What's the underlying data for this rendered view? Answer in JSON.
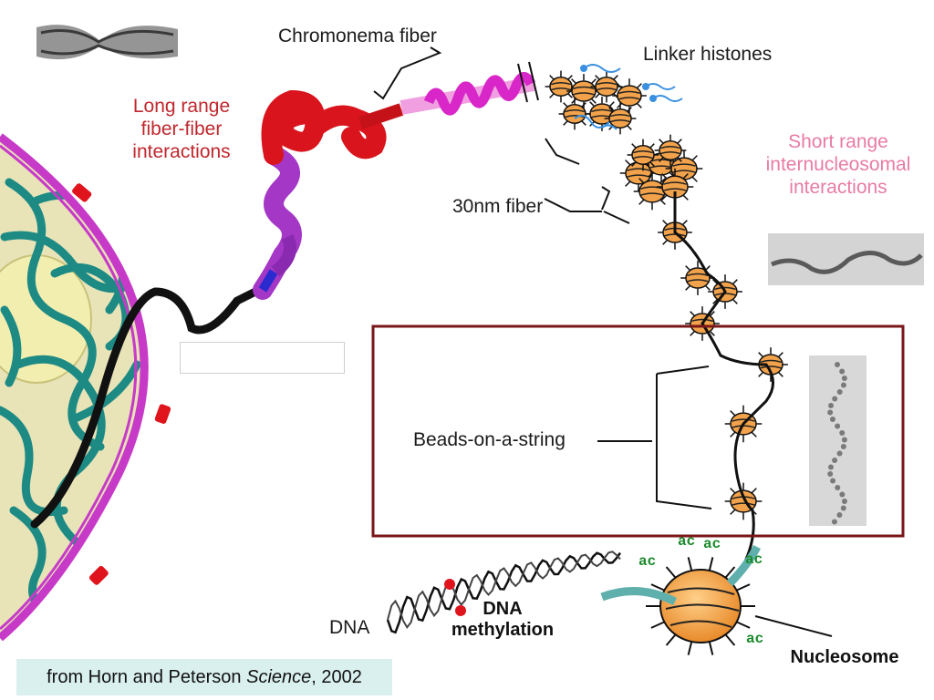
{
  "labels": {
    "chromonema": "Chromonema fiber",
    "linker": "Linker histones",
    "long_range": "Long range\nfiber-fiber\ninteractions",
    "short_range": "Short range\ninternucleosomal\ninteractions",
    "fiber30": "30nm fiber",
    "beads": "Beads-on-a-string",
    "dna": "DNA",
    "methylation": "DNA\nmethylation",
    "nucleosome": "Nucleosome"
  },
  "ac_tags": [
    "ac",
    "ac",
    "ac",
    "ac",
    "ac"
  ],
  "caption": {
    "prefix": "from Horn and Peterson ",
    "journal": "Science",
    "suffix": ", 2002"
  },
  "colors": {
    "nucleus_fill": "#e8e4b8",
    "envelope": "#c73ac8",
    "chromatin": "#1e8a84",
    "red_fiber": "#d9141c",
    "purple_fiber": "#a537c6",
    "magenta_fiber": "#d826c8",
    "nucleosome": "#f2a24a",
    "frame": "#7a1518",
    "methyl_dot": "#e0141c",
    "ac_green": "#1a8a2a"
  }
}
